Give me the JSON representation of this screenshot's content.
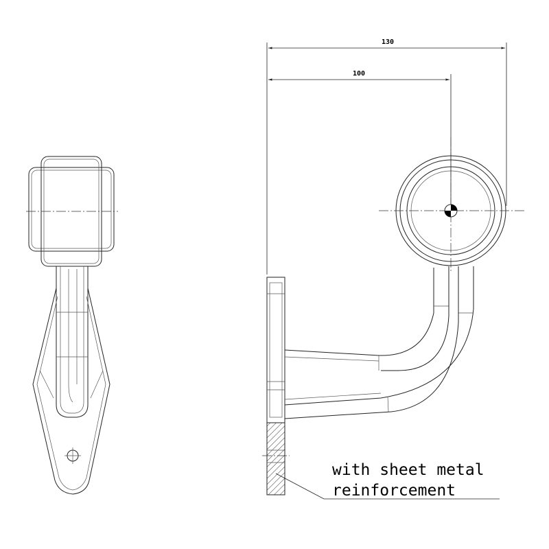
{
  "dimensions": {
    "overall_width": "130",
    "to_center": "100"
  },
  "annotation": {
    "line1": "with sheet metal",
    "line2": "reinforcement"
  }
}
